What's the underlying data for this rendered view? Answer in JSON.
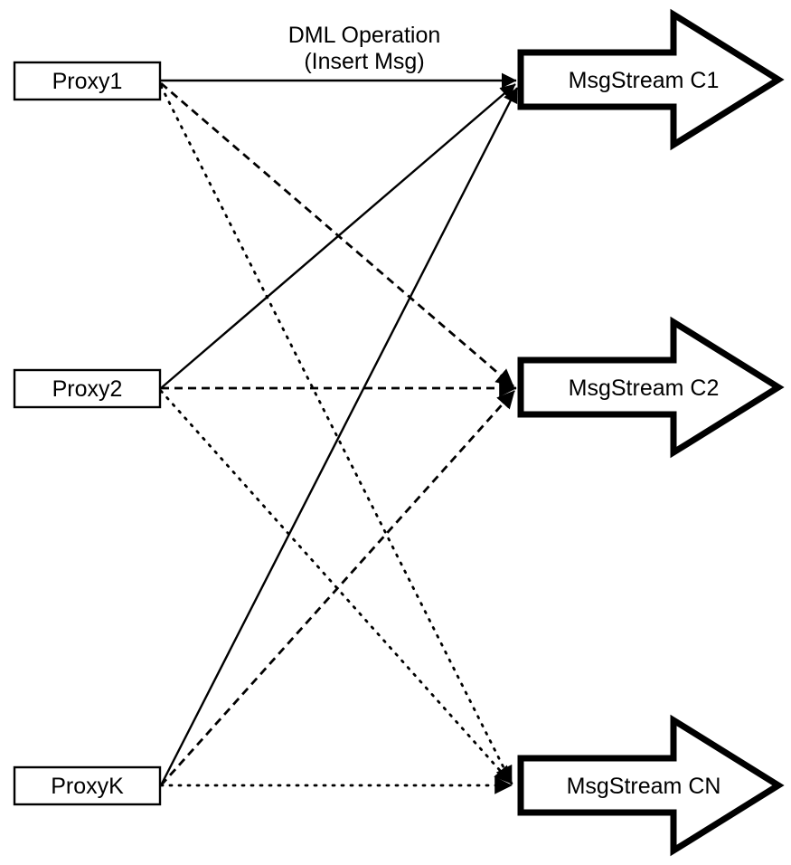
{
  "diagram": {
    "title": "Proxy to MsgStream routing diagram",
    "colors": {
      "stroke": "#000000",
      "fill": "#ffffff",
      "text": "#000000"
    },
    "edge_caption": {
      "line1": "DML Operation",
      "line2": "(Insert Msg)"
    },
    "proxies": [
      {
        "id": "proxy1",
        "label": "Proxy1"
      },
      {
        "id": "proxy2",
        "label": "Proxy2"
      },
      {
        "id": "proxyk",
        "label": "ProxyK"
      }
    ],
    "streams": [
      {
        "id": "stream-c1",
        "label": "MsgStream C1"
      },
      {
        "id": "stream-c2",
        "label": "MsgStream C2"
      },
      {
        "id": "stream-cn",
        "label": "MsgStream CN"
      }
    ],
    "edges": [
      {
        "id": "proxy1-to-c1",
        "from": "Proxy1",
        "to": "MsgStream C1",
        "style": "solid"
      },
      {
        "id": "proxy1-to-c2",
        "from": "Proxy1",
        "to": "MsgStream C2",
        "style": "dashed"
      },
      {
        "id": "proxy1-to-cn",
        "from": "Proxy1",
        "to": "MsgStream CN",
        "style": "dotted"
      },
      {
        "id": "proxy2-to-c1",
        "from": "Proxy2",
        "to": "MsgStream C1",
        "style": "solid"
      },
      {
        "id": "proxy2-to-c2",
        "from": "Proxy2",
        "to": "MsgStream C2",
        "style": "dashed"
      },
      {
        "id": "proxy2-to-cn",
        "from": "Proxy2",
        "to": "MsgStream CN",
        "style": "dotted"
      },
      {
        "id": "proxyk-to-c1",
        "from": "ProxyK",
        "to": "MsgStream C1",
        "style": "solid"
      },
      {
        "id": "proxyk-to-c2",
        "from": "ProxyK",
        "to": "MsgStream C2",
        "style": "dashed"
      },
      {
        "id": "proxyk-to-cn",
        "from": "ProxyK",
        "to": "MsgStream CN",
        "style": "dotted"
      }
    ]
  }
}
